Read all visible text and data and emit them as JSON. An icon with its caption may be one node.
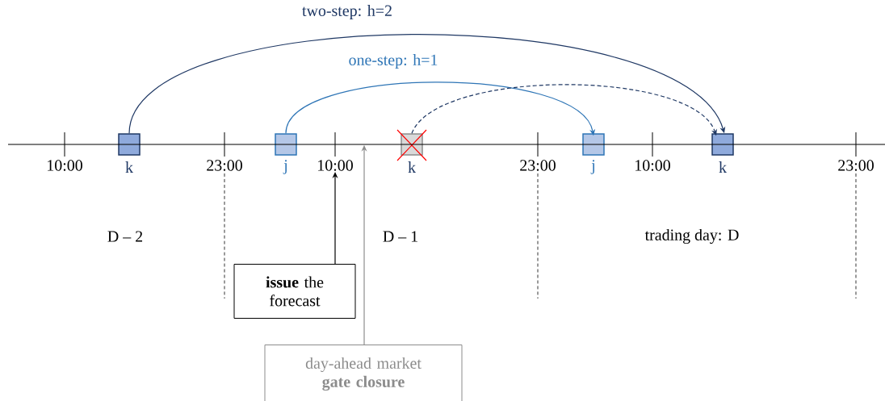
{
  "diagram": {
    "nodes": [
      {
        "text": [
          "k"
        ]
      },
      {
        "text": [
          "j"
        ]
      },
      {
        "text": [
          "k"
        ]
      },
      {
        "text": [
          "j"
        ]
      },
      {
        "text": [
          "k"
        ]
      },
      {
        "text": [
          "**issue** the forecast"
        ]
      },
      {
        "text": [
          "day-ahead market **gate closure**"
        ]
      },
      {
        "text": [
          "10:00"
        ]
      },
      {
        "text": [],
        "shape": "line"
      }
    ],
    "edges": [
      {
        "from": 0,
        "to": 4,
        "arrow": "to",
        "label": "two-step: h=2",
        "color": "#1f3864"
      },
      {
        "from": 1,
        "to": 3,
        "arrow": "to",
        "label": "one-step: h=1",
        "color": "#2e75b6"
      },
      {
        "from": 2,
        "to": 4,
        "arrow": "to",
        "style": "dashed",
        "color": "#1f3864"
      },
      {
        "from": 5,
        "to": 7,
        "arrow": "to",
        "color": "#000000"
      },
      {
        "from": 6,
        "to": 8,
        "arrow": "to",
        "color": "#8c8c8c"
      }
    ],
    "labels": [
      "10:00",
      "23:00",
      "23:00",
      "10:00",
      "23:00",
      "D – 2",
      "D – 1",
      "trading day: D"
    ]
  }
}
